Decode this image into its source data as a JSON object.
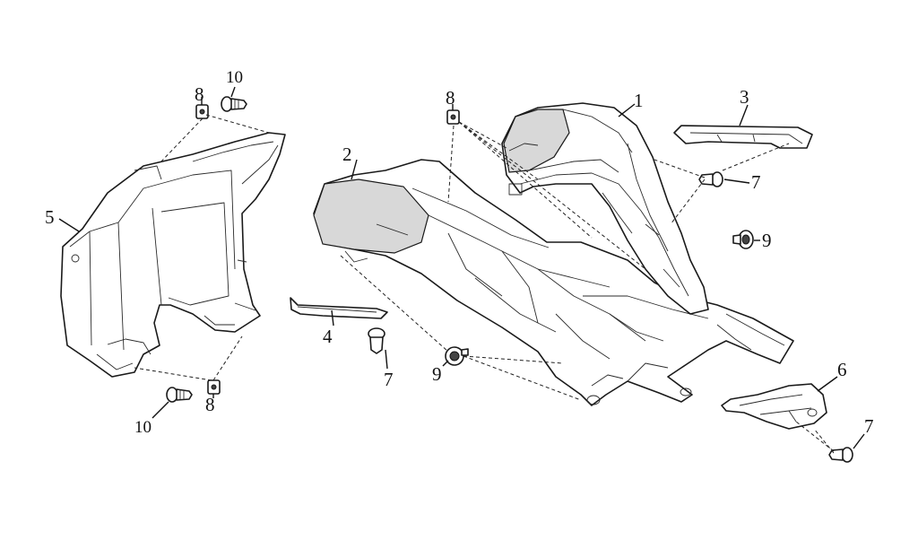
{
  "diagram": {
    "callouts": {
      "c1": "1",
      "c2": "2",
      "c3": "3",
      "c4": "4",
      "c5": "5",
      "c6": "6",
      "c7a": "7",
      "c7b": "7",
      "c7c": "7",
      "c8a": "8",
      "c8b": "8",
      "c8c": "8",
      "c9a": "9",
      "c9b": "9",
      "c10a": "10",
      "c10b": "10"
    }
  }
}
